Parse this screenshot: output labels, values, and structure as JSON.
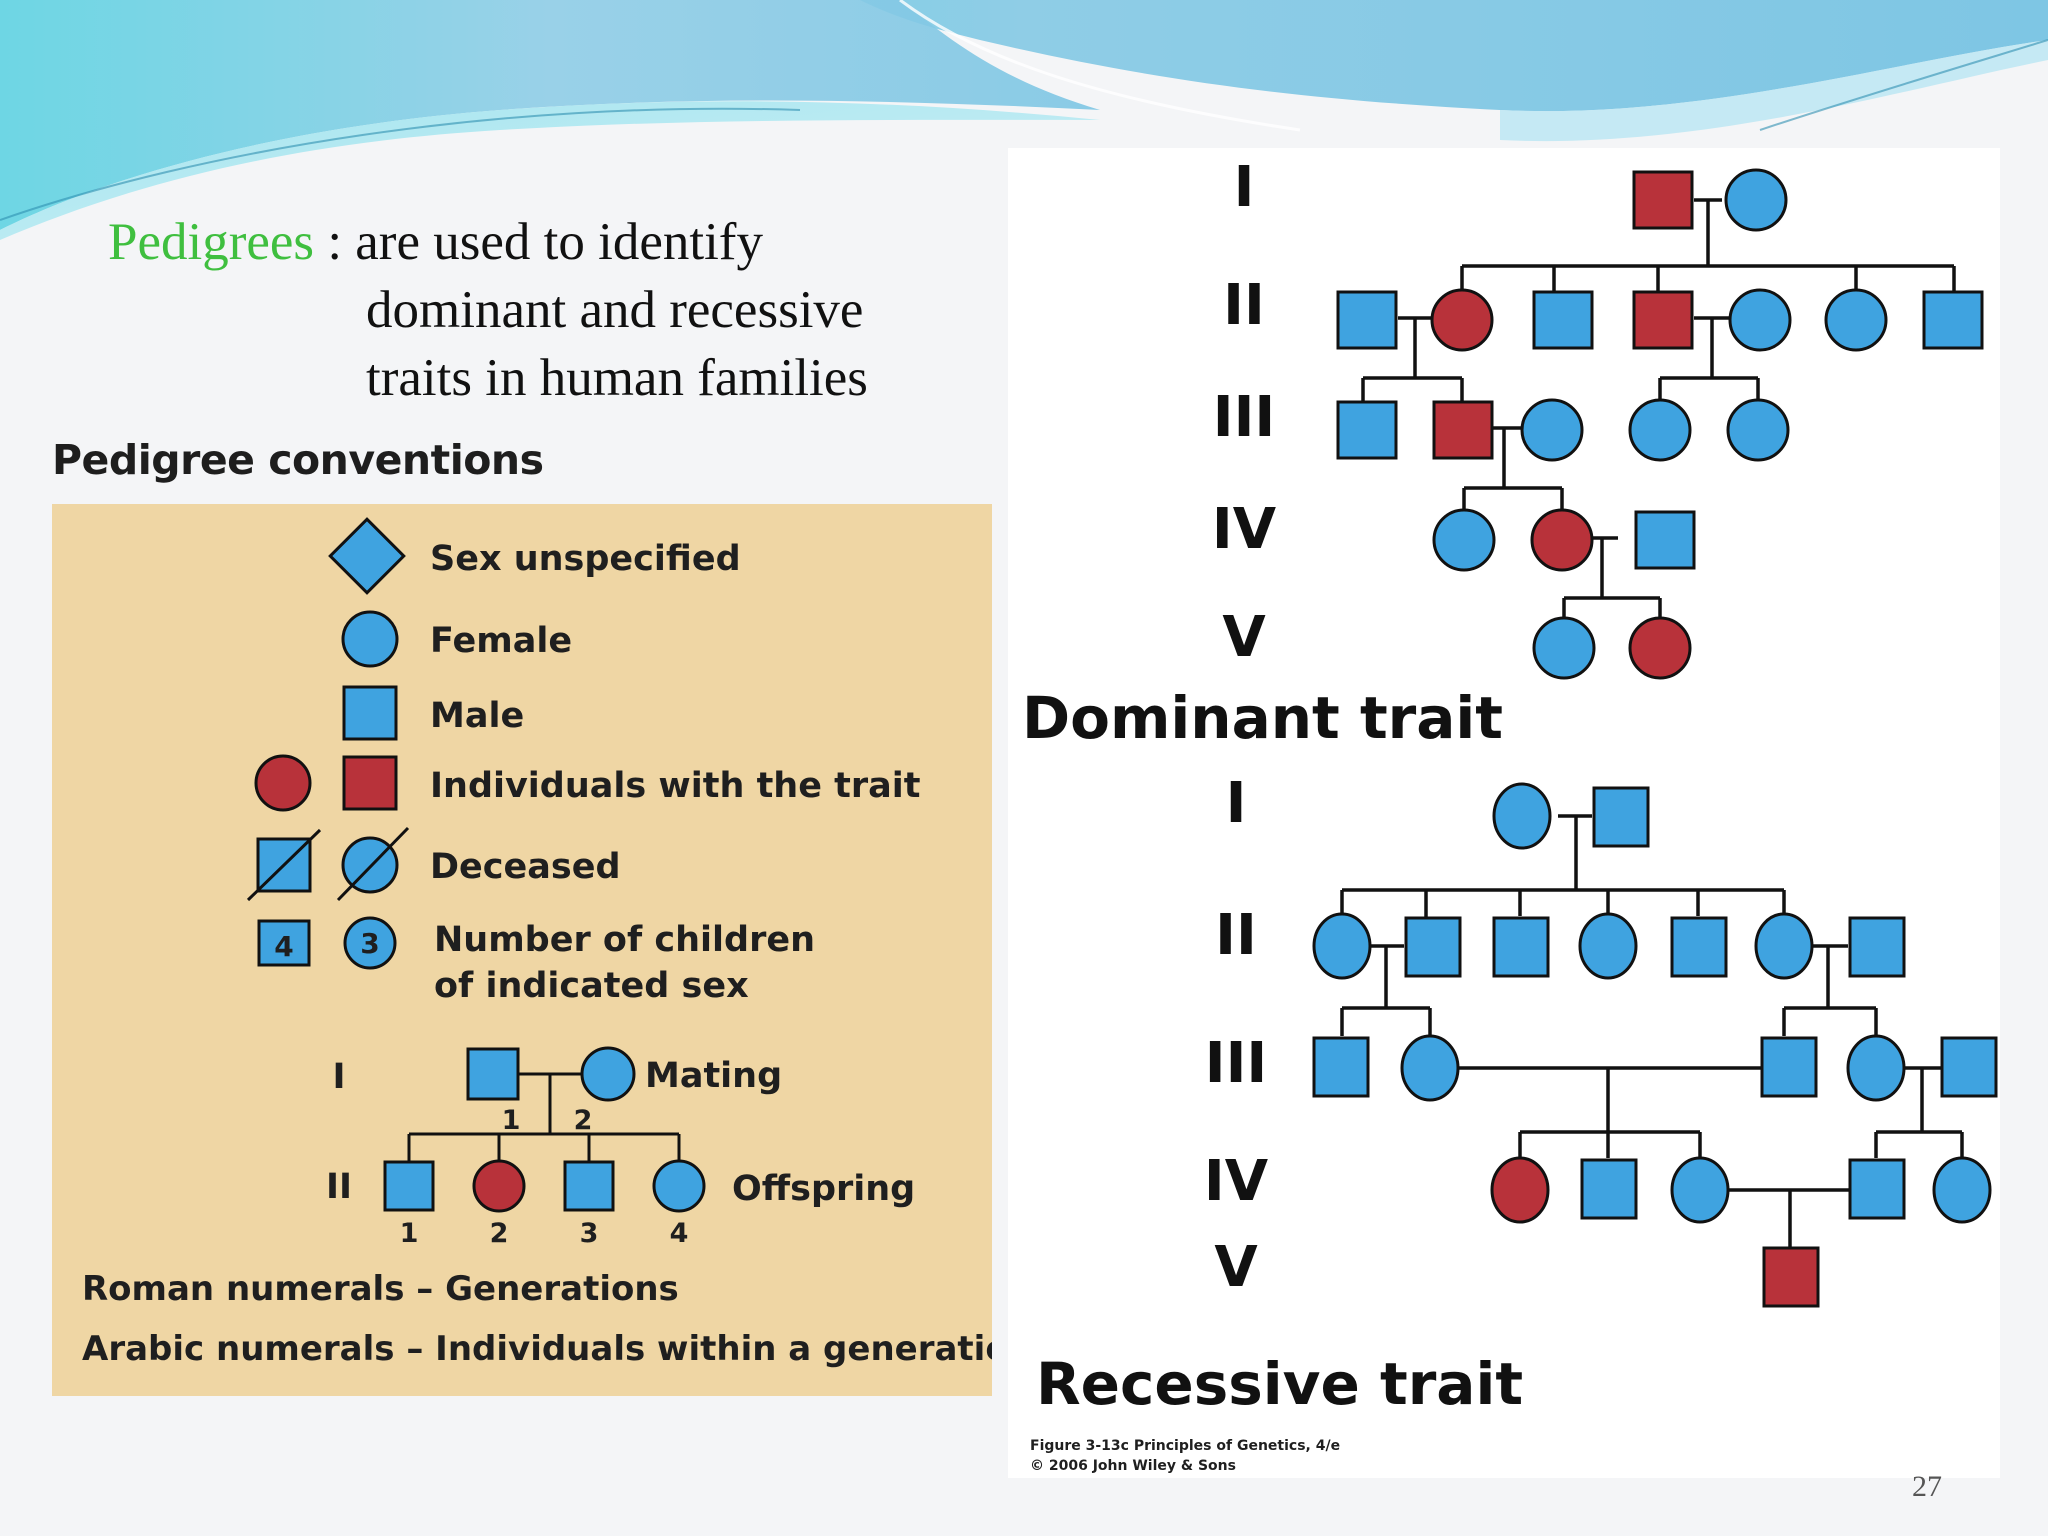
{
  "slide": {
    "keyword": "Pedigrees",
    "headline_lines": [
      ": are used to identify",
      "dominant and recessive",
      "traits in human families"
    ],
    "page_number": "27"
  },
  "conventions": {
    "heading": "Pedigree conventions",
    "sex_unspecified": "Sex unspecified",
    "female": "Female",
    "male": "Male",
    "with_trait": "Individuals with the trait",
    "deceased": "Deceased",
    "number_line1": "Number of children",
    "number_line2": "of indicated sex",
    "number_male": "4",
    "number_female": "3",
    "gen_i": "I",
    "gen_ii": "II",
    "mating": "Mating",
    "offspring": "Offspring",
    "mating_nums": [
      "1",
      "2"
    ],
    "offspring_nums": [
      "1",
      "2",
      "3",
      "4"
    ],
    "roman_note": "Roman numerals – Generations",
    "arabic_note": "Arabic numerals – Individuals within a generation"
  },
  "dominant": {
    "title": "Dominant trait",
    "generations": [
      "I",
      "II",
      "III",
      "IV",
      "V"
    ]
  },
  "recessive": {
    "title": "Recessive trait",
    "generations": [
      "I",
      "II",
      "III",
      "IV",
      "V"
    ],
    "credit_line1": "Figure 3-13c  Principles of Genetics, 4/e",
    "credit_line2": "© 2006 John Wiley & Sons"
  },
  "colors": {
    "unaffected": "#3fa3e0",
    "affected": "#b8323a",
    "keyword": "#3fbf3f",
    "panel": "#efd6a4"
  }
}
